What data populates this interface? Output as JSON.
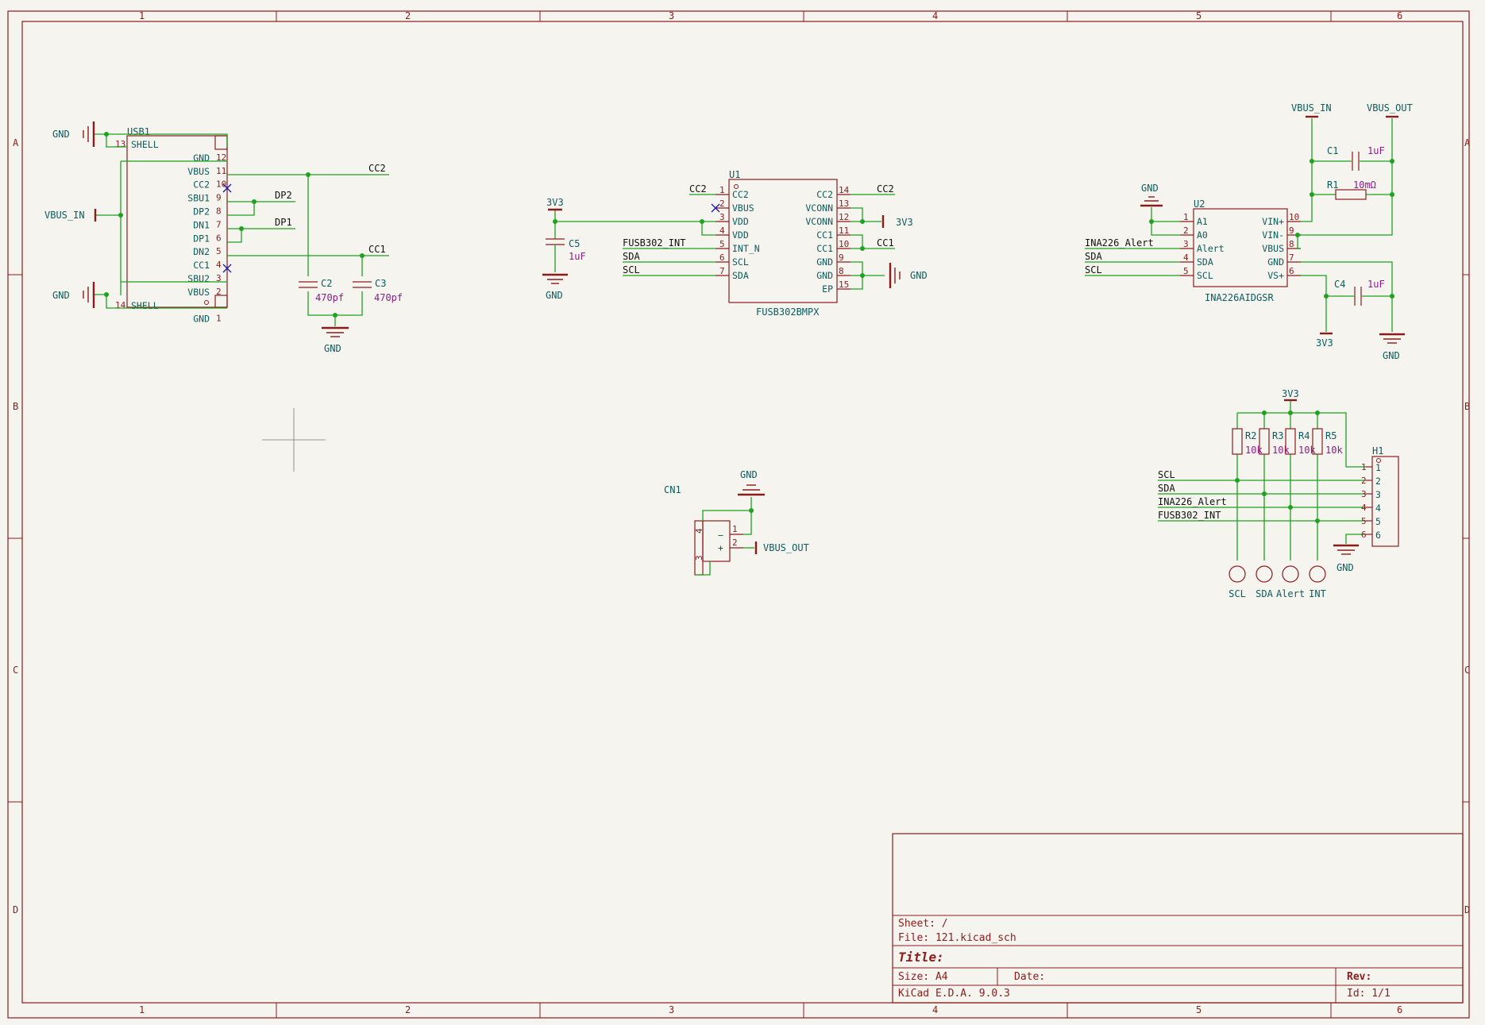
{
  "app": "KiCad E.D.A. 9.0.3",
  "ruler": {
    "columns": [
      "1",
      "2",
      "3",
      "4",
      "5",
      "6"
    ],
    "rows": [
      "A",
      "B",
      "C",
      "D"
    ]
  },
  "title_block": {
    "sheet": "Sheet: /",
    "file": "File: 121.kicad_sch",
    "title": "Title:",
    "size": "Size: A4",
    "date": "Date:",
    "rev": "Rev:",
    "tool": "KiCad E.D.A. 9.0.3",
    "id": "Id: 1/1"
  },
  "power": {
    "gnd": "GND",
    "vbus_in": "VBUS_IN",
    "vbus_out": "VBUS_OUT",
    "v3v3": "3V3"
  },
  "nets": {
    "cc1": "CC1",
    "cc2": "CC2",
    "dp1": "DP1",
    "dp2": "DP2",
    "sda": "SDA",
    "scl": "SCL",
    "fusb_int": "FUSB302_INT",
    "ina_alert": "INA226_Alert"
  },
  "usb1": {
    "ref": "USB1",
    "pins": [
      {
        "num": "13",
        "name": "SHELL"
      },
      {
        "num": "12",
        "name": "GND"
      },
      {
        "num": "11",
        "name": "VBUS"
      },
      {
        "num": "10",
        "name": "CC2"
      },
      {
        "num": "9",
        "name": "SBU1"
      },
      {
        "num": "8",
        "name": "DP2"
      },
      {
        "num": "7",
        "name": "DN1"
      },
      {
        "num": "6",
        "name": "DP1"
      },
      {
        "num": "5",
        "name": "DN2"
      },
      {
        "num": "4",
        "name": "CC1"
      },
      {
        "num": "3",
        "name": "SBU2"
      },
      {
        "num": "2",
        "name": "VBUS"
      },
      {
        "num": "14",
        "name": "SHELL"
      },
      {
        "num": "1",
        "name": "GND"
      }
    ]
  },
  "c2": {
    "ref": "C2",
    "value": "470pf"
  },
  "c3": {
    "ref": "C3",
    "value": "470pf"
  },
  "c5": {
    "ref": "C5",
    "value": "1uF"
  },
  "c1": {
    "ref": "C1",
    "value": "1uF"
  },
  "c4": {
    "ref": "C4",
    "value": "1uF"
  },
  "r1": {
    "ref": "R1",
    "value": "10mΩ"
  },
  "u1": {
    "ref": "U1",
    "value": "FUSB302BMPX",
    "left_pins": [
      {
        "num": "1",
        "name": "CC2"
      },
      {
        "num": "2",
        "name": "VBUS"
      },
      {
        "num": "3",
        "name": "VDD"
      },
      {
        "num": "4",
        "name": "VDD"
      },
      {
        "num": "5",
        "name": "INT_N"
      },
      {
        "num": "6",
        "name": "SCL"
      },
      {
        "num": "7",
        "name": "SDA"
      }
    ],
    "right_pins": [
      {
        "num": "14",
        "name": "CC2"
      },
      {
        "num": "13",
        "name": "VCONN"
      },
      {
        "num": "12",
        "name": "VCONN"
      },
      {
        "num": "11",
        "name": "CC1"
      },
      {
        "num": "10",
        "name": "CC1"
      },
      {
        "num": "9",
        "name": "GND"
      },
      {
        "num": "8",
        "name": "GND"
      },
      {
        "num": "15",
        "name": "EP"
      }
    ]
  },
  "u2": {
    "ref": "U2",
    "value": "INA226AIDGSR",
    "left_pins": [
      {
        "num": "1",
        "name": "A1"
      },
      {
        "num": "2",
        "name": "A0"
      },
      {
        "num": "3",
        "name": "Alert"
      },
      {
        "num": "4",
        "name": "SDA"
      },
      {
        "num": "5",
        "name": "SCL"
      }
    ],
    "right_pins": [
      {
        "num": "10",
        "name": "VIN+"
      },
      {
        "num": "9",
        "name": "VIN-"
      },
      {
        "num": "8",
        "name": "VBUS"
      },
      {
        "num": "7",
        "name": "GND"
      },
      {
        "num": "6",
        "name": "VS+"
      }
    ]
  },
  "cn1": {
    "ref": "CN1",
    "pins": [
      "1",
      "2",
      "3",
      "4"
    ],
    "minus": "−",
    "plus": "+"
  },
  "pullups": [
    {
      "ref": "R2",
      "value": "10k"
    },
    {
      "ref": "R3",
      "value": "10k"
    },
    {
      "ref": "R4",
      "value": "10k"
    },
    {
      "ref": "R5",
      "value": "10k"
    }
  ],
  "testpoints": [
    "SCL",
    "SDA",
    "Alert",
    "INT"
  ],
  "h1": {
    "ref": "H1",
    "pins": [
      "1",
      "2",
      "3",
      "4",
      "5",
      "6"
    ],
    "nets": [
      "SCL",
      "SDA",
      "INA226_Alert",
      "FUSB302_INT"
    ]
  }
}
